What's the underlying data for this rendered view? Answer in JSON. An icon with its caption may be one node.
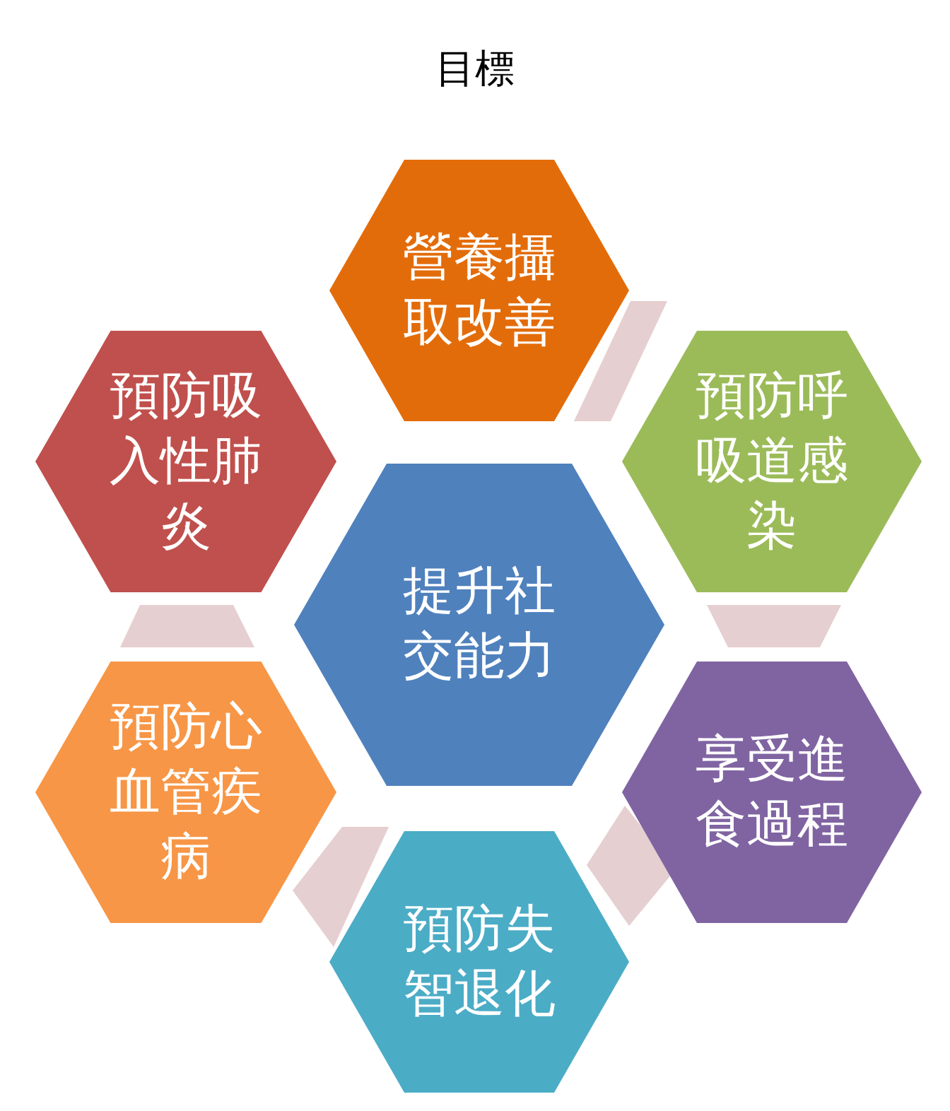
{
  "diagram": {
    "title": "目標",
    "nodes": [
      {
        "text": [
          "提升社交能力"
        ]
      },
      {
        "text": [
          "營養攝取改善"
        ]
      },
      {
        "text": [
          "預防呼吸道感染"
        ]
      },
      {
        "text": [
          "享受進食過程"
        ]
      },
      {
        "text": [
          "預防失智退化"
        ]
      },
      {
        "text": [
          "預防心血管疾病"
        ]
      },
      {
        "text": [
          "預防吸入性肺炎"
        ]
      }
    ],
    "edges": []
  }
}
